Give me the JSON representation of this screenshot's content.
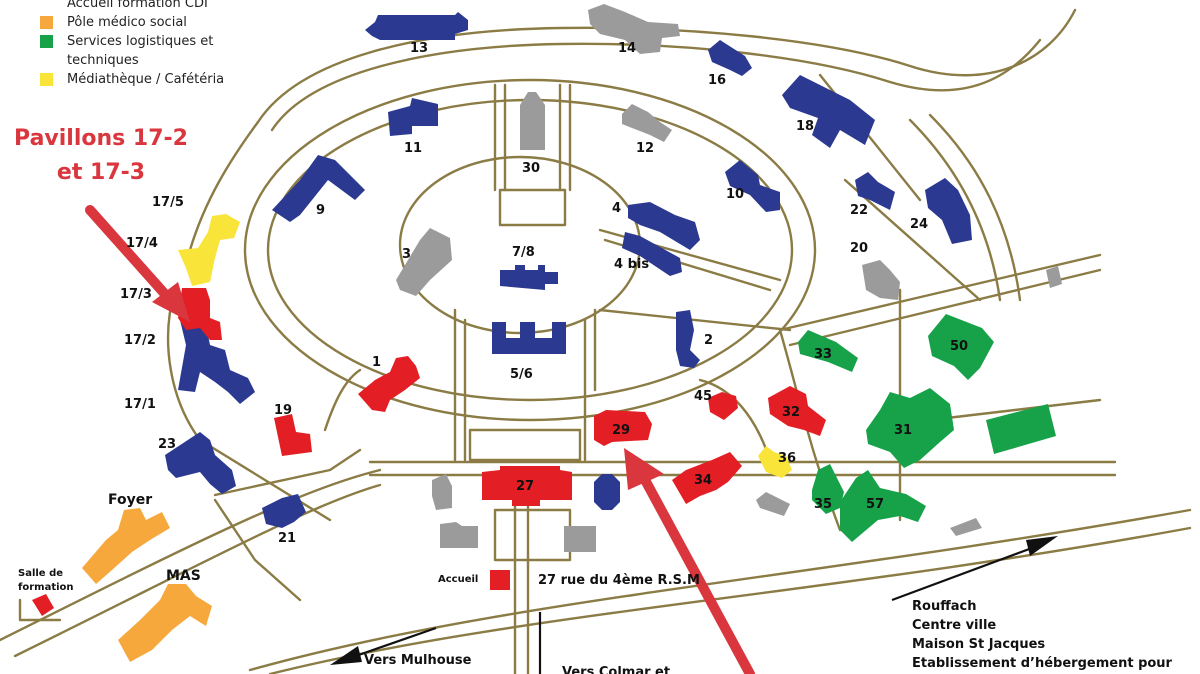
{
  "legend": {
    "items": [
      {
        "label": "Accueil formation CDI",
        "color": "#f7a83c"
      },
      {
        "label": "Pôle médico social",
        "color": "#f7a83c"
      },
      {
        "label": "Services logistiques et techniques",
        "color": "#17a24a"
      },
      {
        "label": "Médiathèque / Cafétéria",
        "color": "#f9e43a"
      }
    ]
  },
  "callout": {
    "line1": "Pavillons 17-2",
    "line2": "et 17-3",
    "color": "#d9363e"
  },
  "pavilion_labels": {
    "p13": "13",
    "p14": "14",
    "p16": "16",
    "p18": "18",
    "p11": "11",
    "p30": "30",
    "p12": "12",
    "p9": "9",
    "p10": "10",
    "p22": "22",
    "p24": "24",
    "p4": "4",
    "p4bis": "4 bis",
    "p3": "3",
    "p78": "7/8",
    "p20": "20",
    "p2": "2",
    "p33": "33",
    "p50": "50",
    "p56": "5/6",
    "p1": "1",
    "p45": "45",
    "p32": "32",
    "p19": "19",
    "p29": "29",
    "p31": "31",
    "p36": "36",
    "p23": "23",
    "p27": "27",
    "p34": "34",
    "p35": "35",
    "p57": "57",
    "p21": "21",
    "p17_5": "17/5",
    "p17_4": "17/4",
    "p17_3": "17/3",
    "p17_2": "17/2",
    "p17_1": "17/1"
  },
  "places": {
    "foyer": "Foyer",
    "mas": "MAS",
    "salle_line1": "Salle de",
    "salle_line2": "formation",
    "accueil": "Accueil",
    "address": "27 rue du 4ème R.S.M"
  },
  "directions": {
    "mulhouse": "Vers Mulhouse",
    "colmar": "Vers Colmar et",
    "rouffach_lines": [
      "Rouffach",
      "Centre ville",
      "Maison St Jacques",
      "Etablissement d’hébergement pour"
    ]
  },
  "colors": {
    "blue": "#2b3990",
    "red": "#e31e24",
    "grey": "#9b9b9b",
    "green": "#17a24a",
    "orange": "#f7a83c",
    "yellow": "#f9e43a",
    "road": "#8b7b45",
    "arrow": "#d9363e"
  }
}
